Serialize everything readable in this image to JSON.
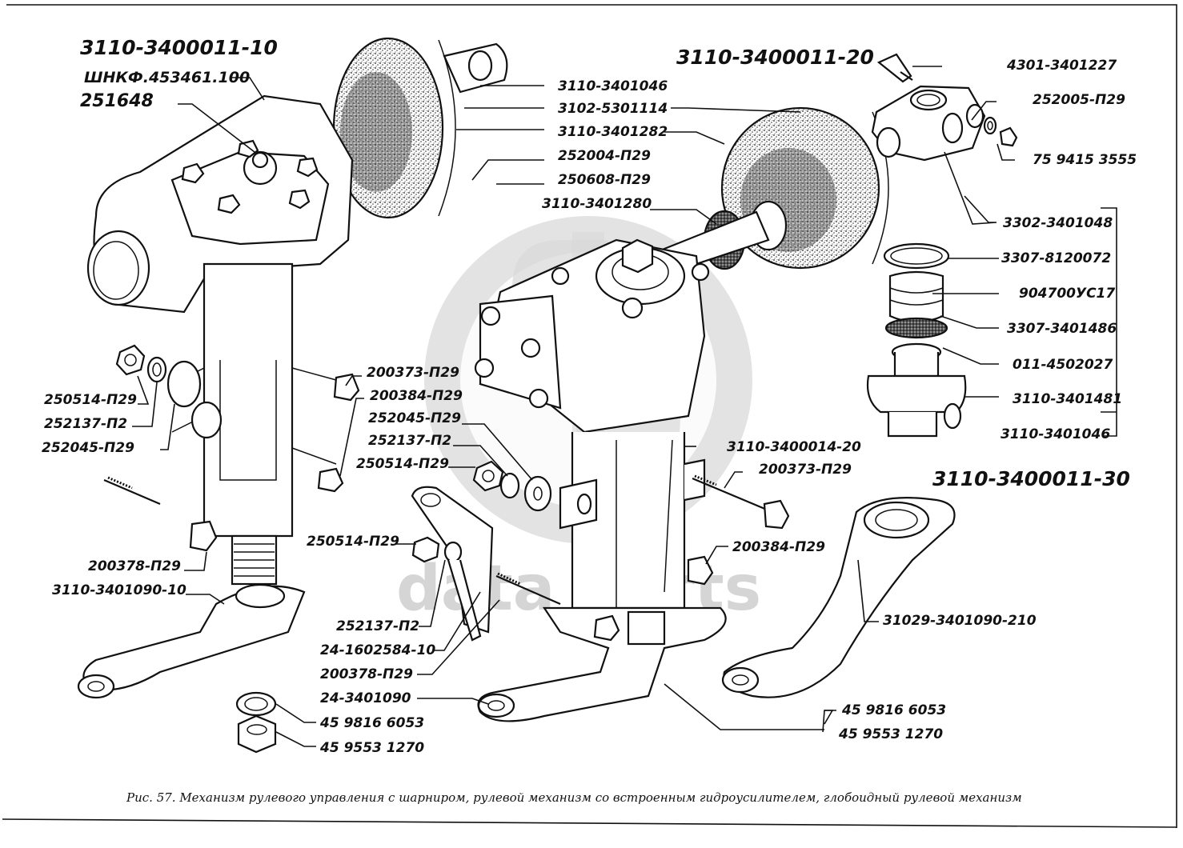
{
  "figure": {
    "caption": "Рис. 57. Механизм рулевого управления с шарниром, рулевой механизм со встроенным гидроусилителем, глобоидный рулевой механизм",
    "watermark": "data parts"
  },
  "assemblies": [
    {
      "id": "a10",
      "title": "3110-3400011-10"
    },
    {
      "id": "a20",
      "title": "3110-3400011-20"
    },
    {
      "id": "a30",
      "title": "3110-3400011-30"
    }
  ],
  "labels": {
    "l_shnkf": "ШНКФ.453461.100",
    "l_251648": "251648",
    "l_3110_3401046_top": "3110-3401046",
    "l_3102_5301114": "3102-5301114",
    "l_3110_3401282": "3110-3401282",
    "l_252004": "252004-П29",
    "l_250608": "250608-П29",
    "l_3110_3401280": "3110-3401280",
    "l_4301_3401227": "4301-3401227",
    "l_252005": "252005-П29",
    "l_75_9415": "75 9415 3555",
    "l_3302_3401048": "3302-3401048",
    "l_3307_8120072": "3307-8120072",
    "l_904700": "904700УС17",
    "l_3307_3401486": "3307-3401486",
    "l_011_4502027": "011-4502027",
    "l_3110_3401481": "3110-3401481",
    "l_3110_3401046_right": "3110-3401046",
    "l_250514_left": "250514-П29",
    "l_252137_left": "252137-П2",
    "l_252045_left": "252045-П29",
    "l_200373_mid": "200373-П29",
    "l_200384_mid": "200384-П29",
    "l_252045_mid": "252045-П29",
    "l_252137_mid": "252137-П2",
    "l_250514_mid": "250514-П29",
    "l_3110_3400014_20": "3110-3400014-20",
    "l_200373_right": "200373-П29",
    "l_200384_right": "200384-П29",
    "l_200378_left": "200378-П29",
    "l_3110_3401090_10": "3110-3401090-10",
    "l_250514_low": "250514-П29",
    "l_252137_low": "252137-П2",
    "l_24_1602584_10": "24-1602584-10",
    "l_200378_low": "200378-П29",
    "l_24_3401090": "24-3401090",
    "l_45_9816_left": "45 9816 6053",
    "l_45_9553_left": "45 9553 1270",
    "l_31029": "31029-3401090-210",
    "l_45_9816_right": "45 9816 6053",
    "l_45_9553_right": "45 9553 1270"
  }
}
